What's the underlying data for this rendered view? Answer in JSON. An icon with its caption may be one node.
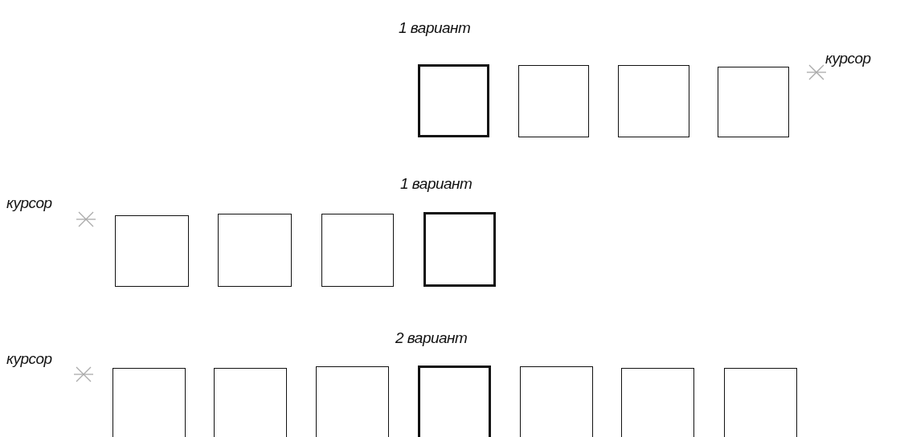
{
  "diagram": {
    "nodes": [
      {
        "text": [],
        "shape": "box"
      },
      {
        "text": [],
        "shape": "box"
      },
      {
        "text": [],
        "shape": "box"
      },
      {
        "text": [],
        "shape": "box"
      },
      {
        "text": [],
        "shape": "box"
      },
      {
        "text": [],
        "shape": "box"
      },
      {
        "text": [],
        "shape": "box"
      },
      {
        "text": [],
        "shape": "box"
      },
      {
        "text": [],
        "shape": "box"
      },
      {
        "text": [],
        "shape": "box"
      },
      {
        "text": [],
        "shape": "box"
      },
      {
        "text": [],
        "shape": "box"
      },
      {
        "text": [],
        "shape": "box"
      },
      {
        "text": [],
        "shape": "box"
      },
      {
        "text": [],
        "shape": "box"
      }
    ],
    "labels": [
      "1 вариант",
      "курсор",
      "1 вариант",
      "курсор",
      "2 вариант",
      "курсор"
    ]
  }
}
